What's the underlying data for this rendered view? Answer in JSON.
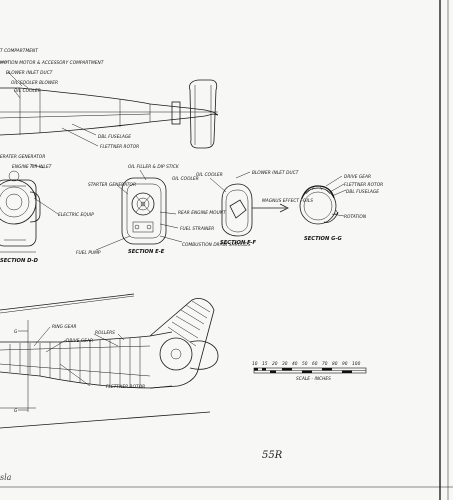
{
  "labels": {
    "top_compartment": "T COMPARTMENT",
    "top_accessory": "MOTION MOTOR & ACCESSORY COMPARTMENT",
    "top_blower_inlet": "BLOWER INLET DUCT",
    "top_oil_cooler_blower": "OIL COOLER BLOWER",
    "top_oil_cooler": "OIL COOLER",
    "top_fuselage": "DBL FUSELAGE",
    "top_flettner": "FLETTNER ROTOR",
    "sd_generator": "ERATER GENERATOR",
    "sd_engine_inlet": "ENGINE AIR INLET",
    "sd_electric": "ELECTRIC EQUIP",
    "se_filler": "OIL FILLER & DIP STICK",
    "se_starter": "STARTER GENERATOR",
    "se_oil_cooler": "OIL COOLER",
    "se_rear_engine": "REAR ENGINE MOUNT",
    "se_fuel_strainer": "FUEL STRAINER",
    "se_fuel_pump": "FUEL PUMP",
    "se_combustion": "COMBUSTION DRAIN SHROUDS",
    "sf_blower_duct": "BLOWER INLET DUCT",
    "sf_magnus": "MAGNUS EFFECT FOILS",
    "sg_drive_gear": "DRIVE GEAR",
    "sg_flettner": "FLETTNER ROTOR",
    "sg_fuselage": "DBL FUSELAGE",
    "sg_rotation": "ROTATION",
    "bot_ring_gear": "RING GEAR",
    "bot_drive_gear": "DRIVE GEAR",
    "bot_rollers": "ROLLERS",
    "bot_flettner": "FLETTNER ROTOR",
    "bot_marker_g": "G",
    "bot_marker_g2": "G"
  },
  "sections": {
    "d": "SECTION D-D",
    "e": "SECTION E-E",
    "f": "SECTION F-F",
    "g": "SECTION G-G"
  },
  "scale": {
    "ticks": [
      "10",
      "15",
      "20",
      "30",
      "40",
      "50",
      "60",
      "70",
      "80",
      "90",
      "100"
    ],
    "caption": "SCALE - INCHES"
  },
  "page_number": "55R",
  "corner_mark": "sla"
}
